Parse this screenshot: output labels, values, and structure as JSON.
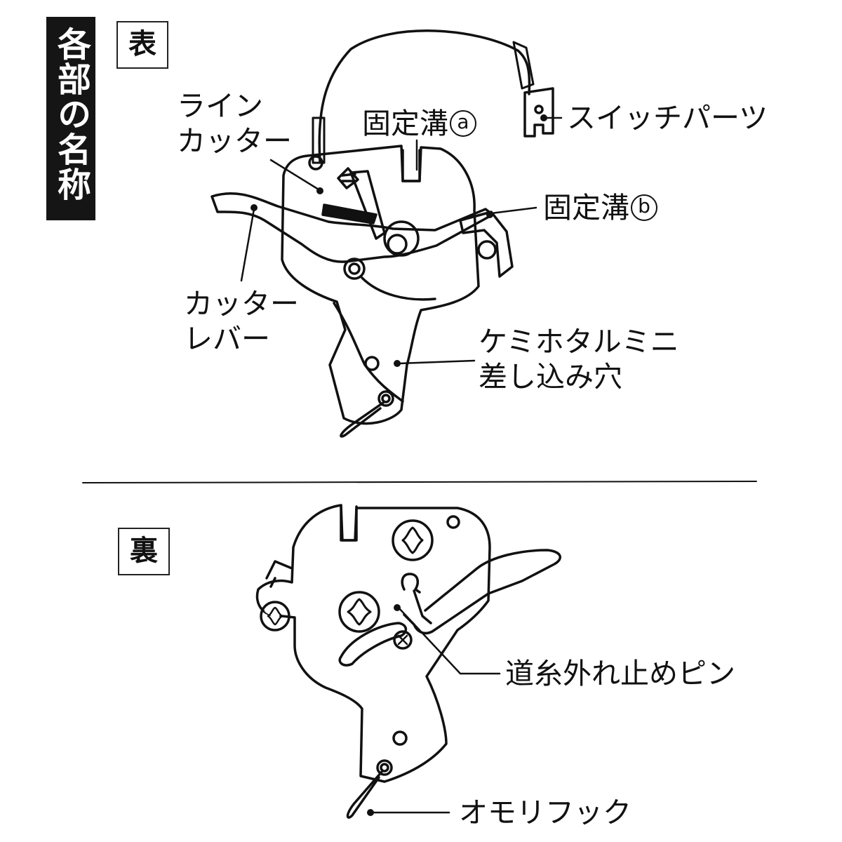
{
  "title": "各部の名称",
  "views": {
    "front": {
      "label": "表"
    },
    "back": {
      "label": "裏"
    }
  },
  "labels": {
    "line_cutter": {
      "line1": "ライン",
      "line2": "カッター"
    },
    "groove_a": {
      "text": "固定溝",
      "mark": "a"
    },
    "switch_parts": {
      "text": "スイッチパーツ"
    },
    "groove_b": {
      "text": "固定溝",
      "mark": "b"
    },
    "cutter_lever": {
      "line1": "カッター",
      "line2": "レバー"
    },
    "light_hole": {
      "line1": "ケミホタルミニ",
      "line2": "差し込み穴"
    },
    "line_stop_pin": {
      "text": "道糸外れ止めピン"
    },
    "sinker_hook": {
      "text": "オモリフック"
    }
  }
}
